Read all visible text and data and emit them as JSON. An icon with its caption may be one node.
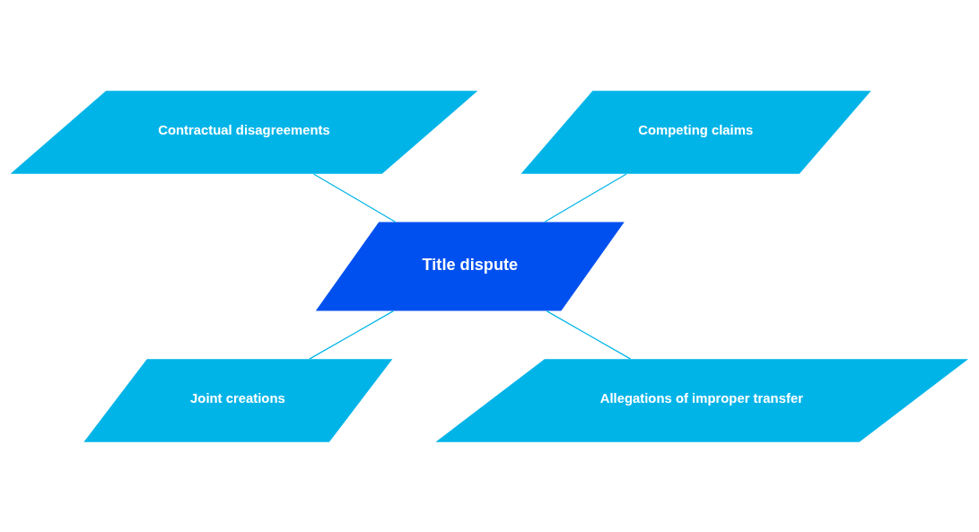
{
  "diagram": {
    "nodes": [
      {
        "text": [
          "Title dispute"
        ]
      },
      {
        "text": [
          "Contractual disagreements"
        ]
      },
      {
        "text": [
          "Competing claims"
        ]
      },
      {
        "text": [
          "Joint creations"
        ]
      },
      {
        "text": [
          "Allegations of improper transfer"
        ]
      }
    ],
    "edges": [
      {
        "from": 1,
        "to": 0,
        "arrow": "none"
      },
      {
        "from": 2,
        "to": 0,
        "arrow": "none"
      },
      {
        "from": 0,
        "to": 3,
        "arrow": "none"
      },
      {
        "from": 0,
        "to": 4,
        "arrow": "none"
      }
    ]
  }
}
